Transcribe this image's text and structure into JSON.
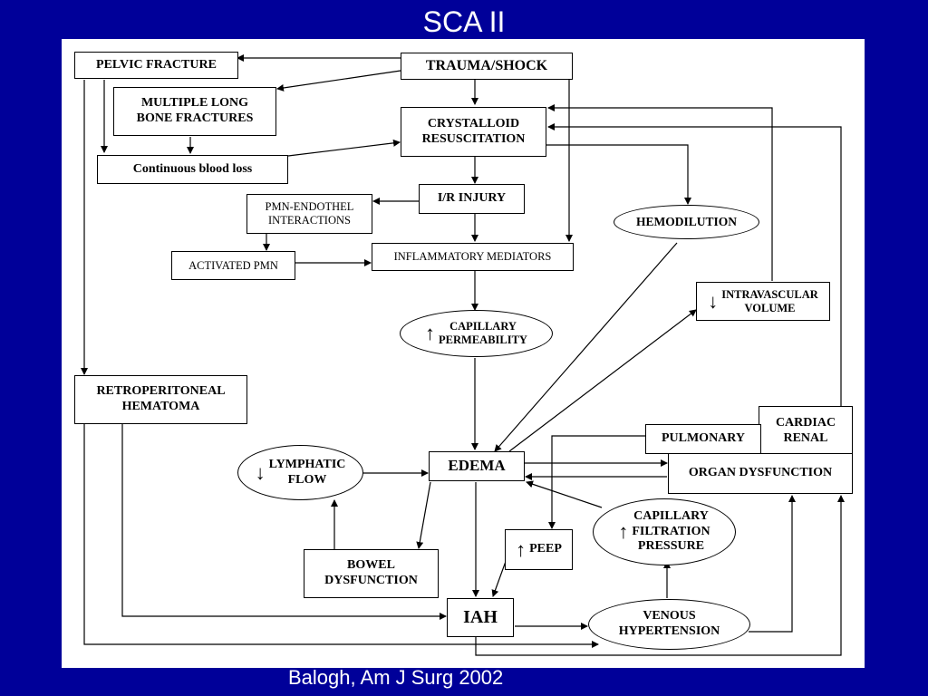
{
  "title": "SCA II",
  "citation": "Balogh, Am J Surg 2002",
  "colors": {
    "background": "#000099",
    "panel": "#ffffff",
    "ink": "#000000",
    "title_text": "#ffffff"
  },
  "nodes": {
    "pelvic_fracture": "PELVIC FRACTURE",
    "trauma_shock": "TRAUMA/SHOCK",
    "multiple_long_bone": "MULTIPLE LONG\nBONE FRACTURES",
    "crystalloid": "CRYSTALLOID\nRESUSCITATION",
    "continuous_blood_loss": "Continuous blood loss",
    "ir_injury": "I/R INJURY",
    "pmn_endothel": "PMN-ENDOTHEL\nINTERACTIONS",
    "hemodilution": "HEMODILUTION",
    "activated_pmn": "ACTIVATED PMN",
    "inflammatory_mediators": "INFLAMMATORY MEDIATORS",
    "intravascular_volume": "INTRAVASCULAR\nVOLUME",
    "capillary_permeability": "CAPILLARY\nPERMEABILITY",
    "retroperitoneal_hematoma": "RETROPERITONEAL\nHEMATOMA",
    "cardiac_renal": "CARDIAC\nRENAL",
    "pulmonary": "PULMONARY",
    "lymphatic_flow": "LYMPHATIC\nFLOW",
    "edema": "EDEMA",
    "organ_dysfunction": "ORGAN DYSFUNCTION",
    "capillary_filtration_pressure": "CAPILLARY\nFILTRATION\nPRESSURE",
    "peep": "PEEP",
    "bowel_dysfunction": "BOWEL\nDYSFUNCTION",
    "iah": "IAH",
    "venous_hypertension": "VENOUS\nHYPERTENSION"
  },
  "indicators": {
    "increase_icon": "up-arrow-icon",
    "decrease_icon": "down-arrow-icon"
  }
}
